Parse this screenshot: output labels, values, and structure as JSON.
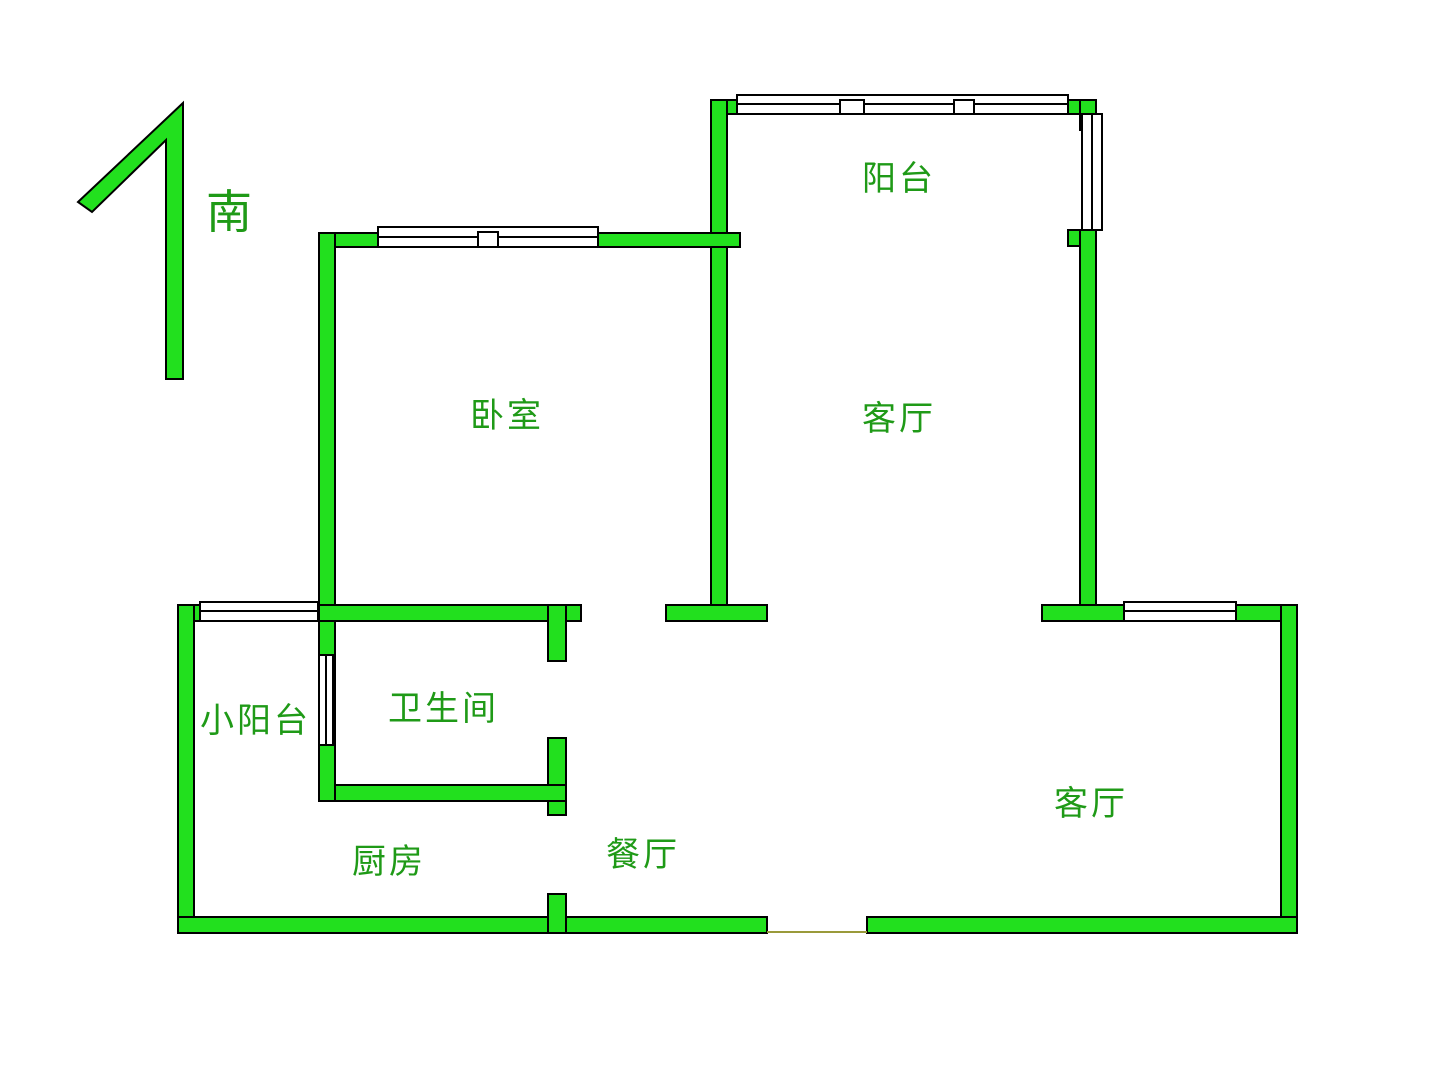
{
  "compass": {
    "label": "南"
  },
  "rooms": {
    "balcony": "阳台",
    "bedroom": "卧室",
    "living_room_upper": "客厅",
    "bathroom": "卫生间",
    "small_balcony": "小阳台",
    "living_room_lower": "客厅",
    "kitchen": "厨房",
    "dining_room": "餐厅"
  },
  "colors": {
    "wall": "#22e01e",
    "label": "#1f9a17",
    "outline": "#000000"
  }
}
